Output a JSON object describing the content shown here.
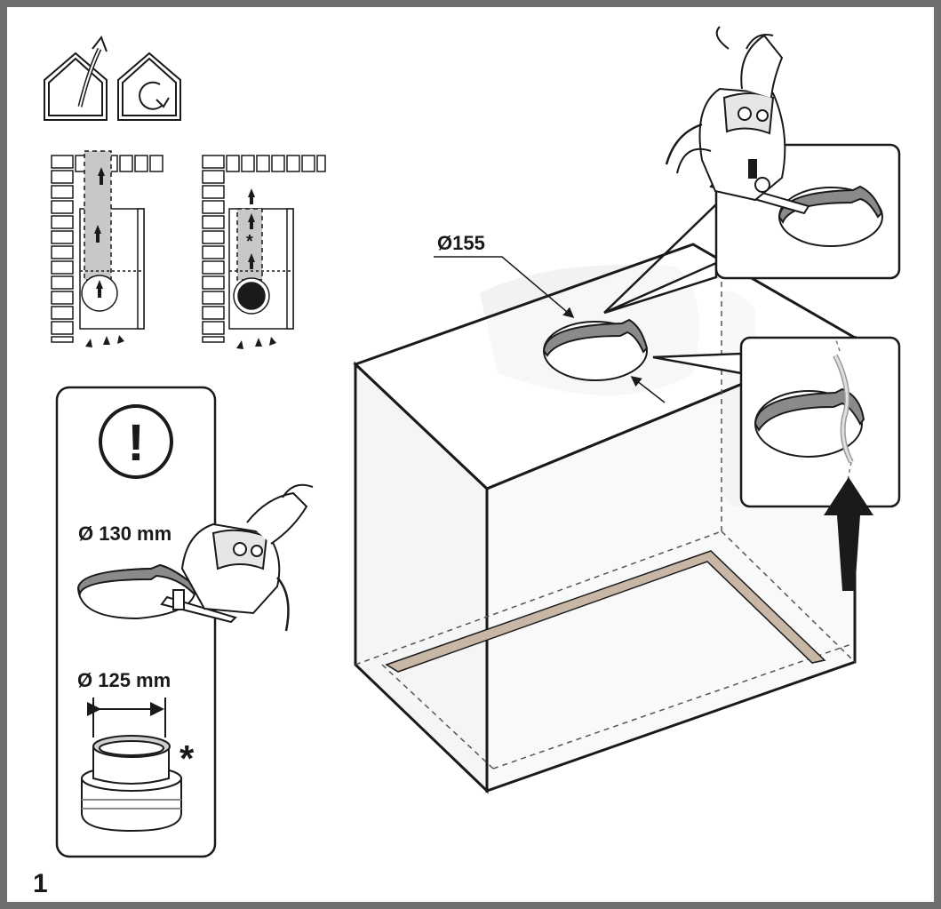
{
  "diagram": {
    "step_number": "1",
    "cutout_diameter_label": "Ø155",
    "cut_diameter_label": "Ø 130 mm",
    "adapter_diameter_label": "Ø 125 mm",
    "optional_marker": "*",
    "duct_optional_marker": "*",
    "warning_symbol": "!",
    "icons": [
      "ducted-mode-icon",
      "recirculation-mode-icon",
      "jigsaw-icon",
      "warning-icon",
      "duct-adapter-icon",
      "up-arrow-icon"
    ],
    "colors": {
      "frame": "#6f6f6f",
      "seal_strip": "#c8b6a6",
      "duct_fill": "#c8c8c8",
      "line": "#1a1a1a"
    }
  }
}
